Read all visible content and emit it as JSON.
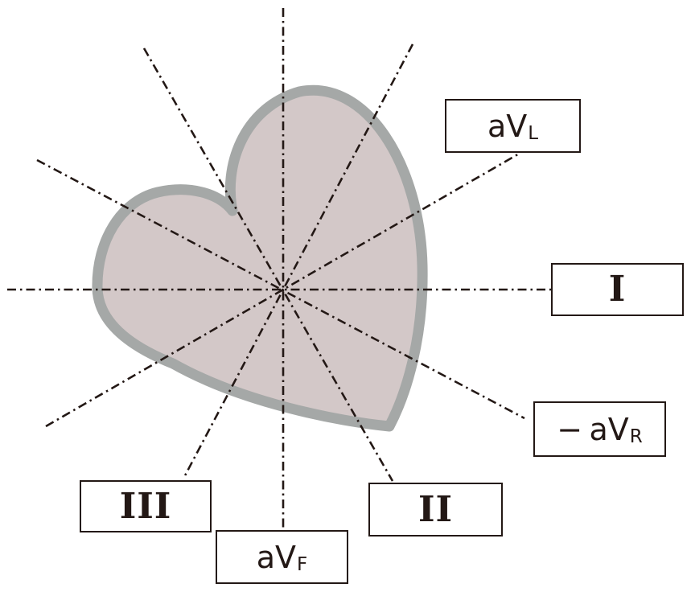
{
  "diagram": {
    "kind": "hexaxial-lead-axes-over-heart",
    "labels": {
      "avl": {
        "prefix": "",
        "main": "aV",
        "sub": "L"
      },
      "lead1": {
        "prefix": "",
        "main": "I",
        "sub": ""
      },
      "neg_avr": {
        "prefix": "−",
        "main": "aV",
        "sub": "R"
      },
      "lead2": {
        "prefix": "",
        "main": "II",
        "sub": ""
      },
      "avf": {
        "prefix": "",
        "main": "aV",
        "sub": "F"
      },
      "lead3": {
        "prefix": "",
        "main": "III",
        "sub": ""
      }
    },
    "colors": {
      "background": "#ffffff",
      "heart_fill": "#d3c8c8",
      "heart_outline": "#a5a8a7",
      "axis_line": "#231815",
      "box_border": "#231815",
      "label_text": "#231815"
    }
  }
}
